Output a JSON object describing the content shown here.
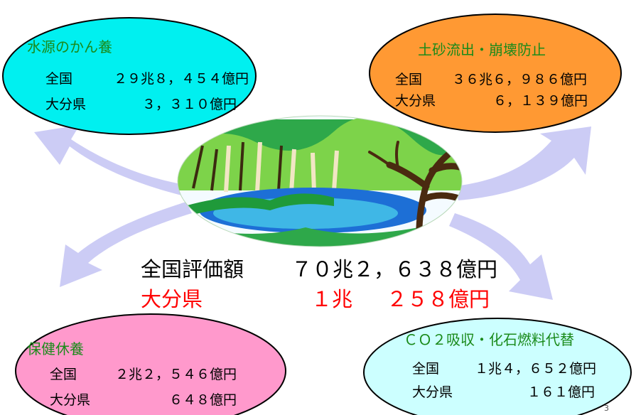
{
  "center": {
    "national_label": "全国評価額",
    "national_value": "７０兆２，６３８億円",
    "oita_label": "大分県",
    "oita_trillion": "１兆",
    "oita_value": "２５８億円",
    "national_color": "#000000",
    "oita_color": "#ff0000"
  },
  "functions": [
    {
      "title": "水源のかん養",
      "title_color": "#1a8a1a",
      "fill": "#00f0f0",
      "rows": [
        {
          "label": "全国",
          "value": "２９兆８，４５４億円"
        },
        {
          "label": "大分県",
          "value": "３，３１０億円"
        }
      ]
    },
    {
      "title": "土砂流出・崩壊防止",
      "title_color": "#1a8a1a",
      "fill": "#ff9933",
      "rows": [
        {
          "label": "全国",
          "value": "３６兆６，９８６億円"
        },
        {
          "label": "大分県",
          "value": "６，１３９億円"
        }
      ]
    },
    {
      "title": "保健休養",
      "title_color": "#1a8a1a",
      "fill": "#ff99cc",
      "rows": [
        {
          "label": "全国",
          "value": "２兆２，５４６億円"
        },
        {
          "label": "大分県",
          "value": "６４８億円"
        }
      ]
    },
    {
      "title": "ＣＯ２吸収・化石燃料代替",
      "title_color": "#1a8a1a",
      "fill": "#ccffff",
      "rows": [
        {
          "label": "全国",
          "value": "１兆４，６５２億円"
        },
        {
          "label": "大分県",
          "value": "１６１億円"
        }
      ]
    }
  ],
  "arrow_color": "#ccccf5",
  "page_number": "3"
}
